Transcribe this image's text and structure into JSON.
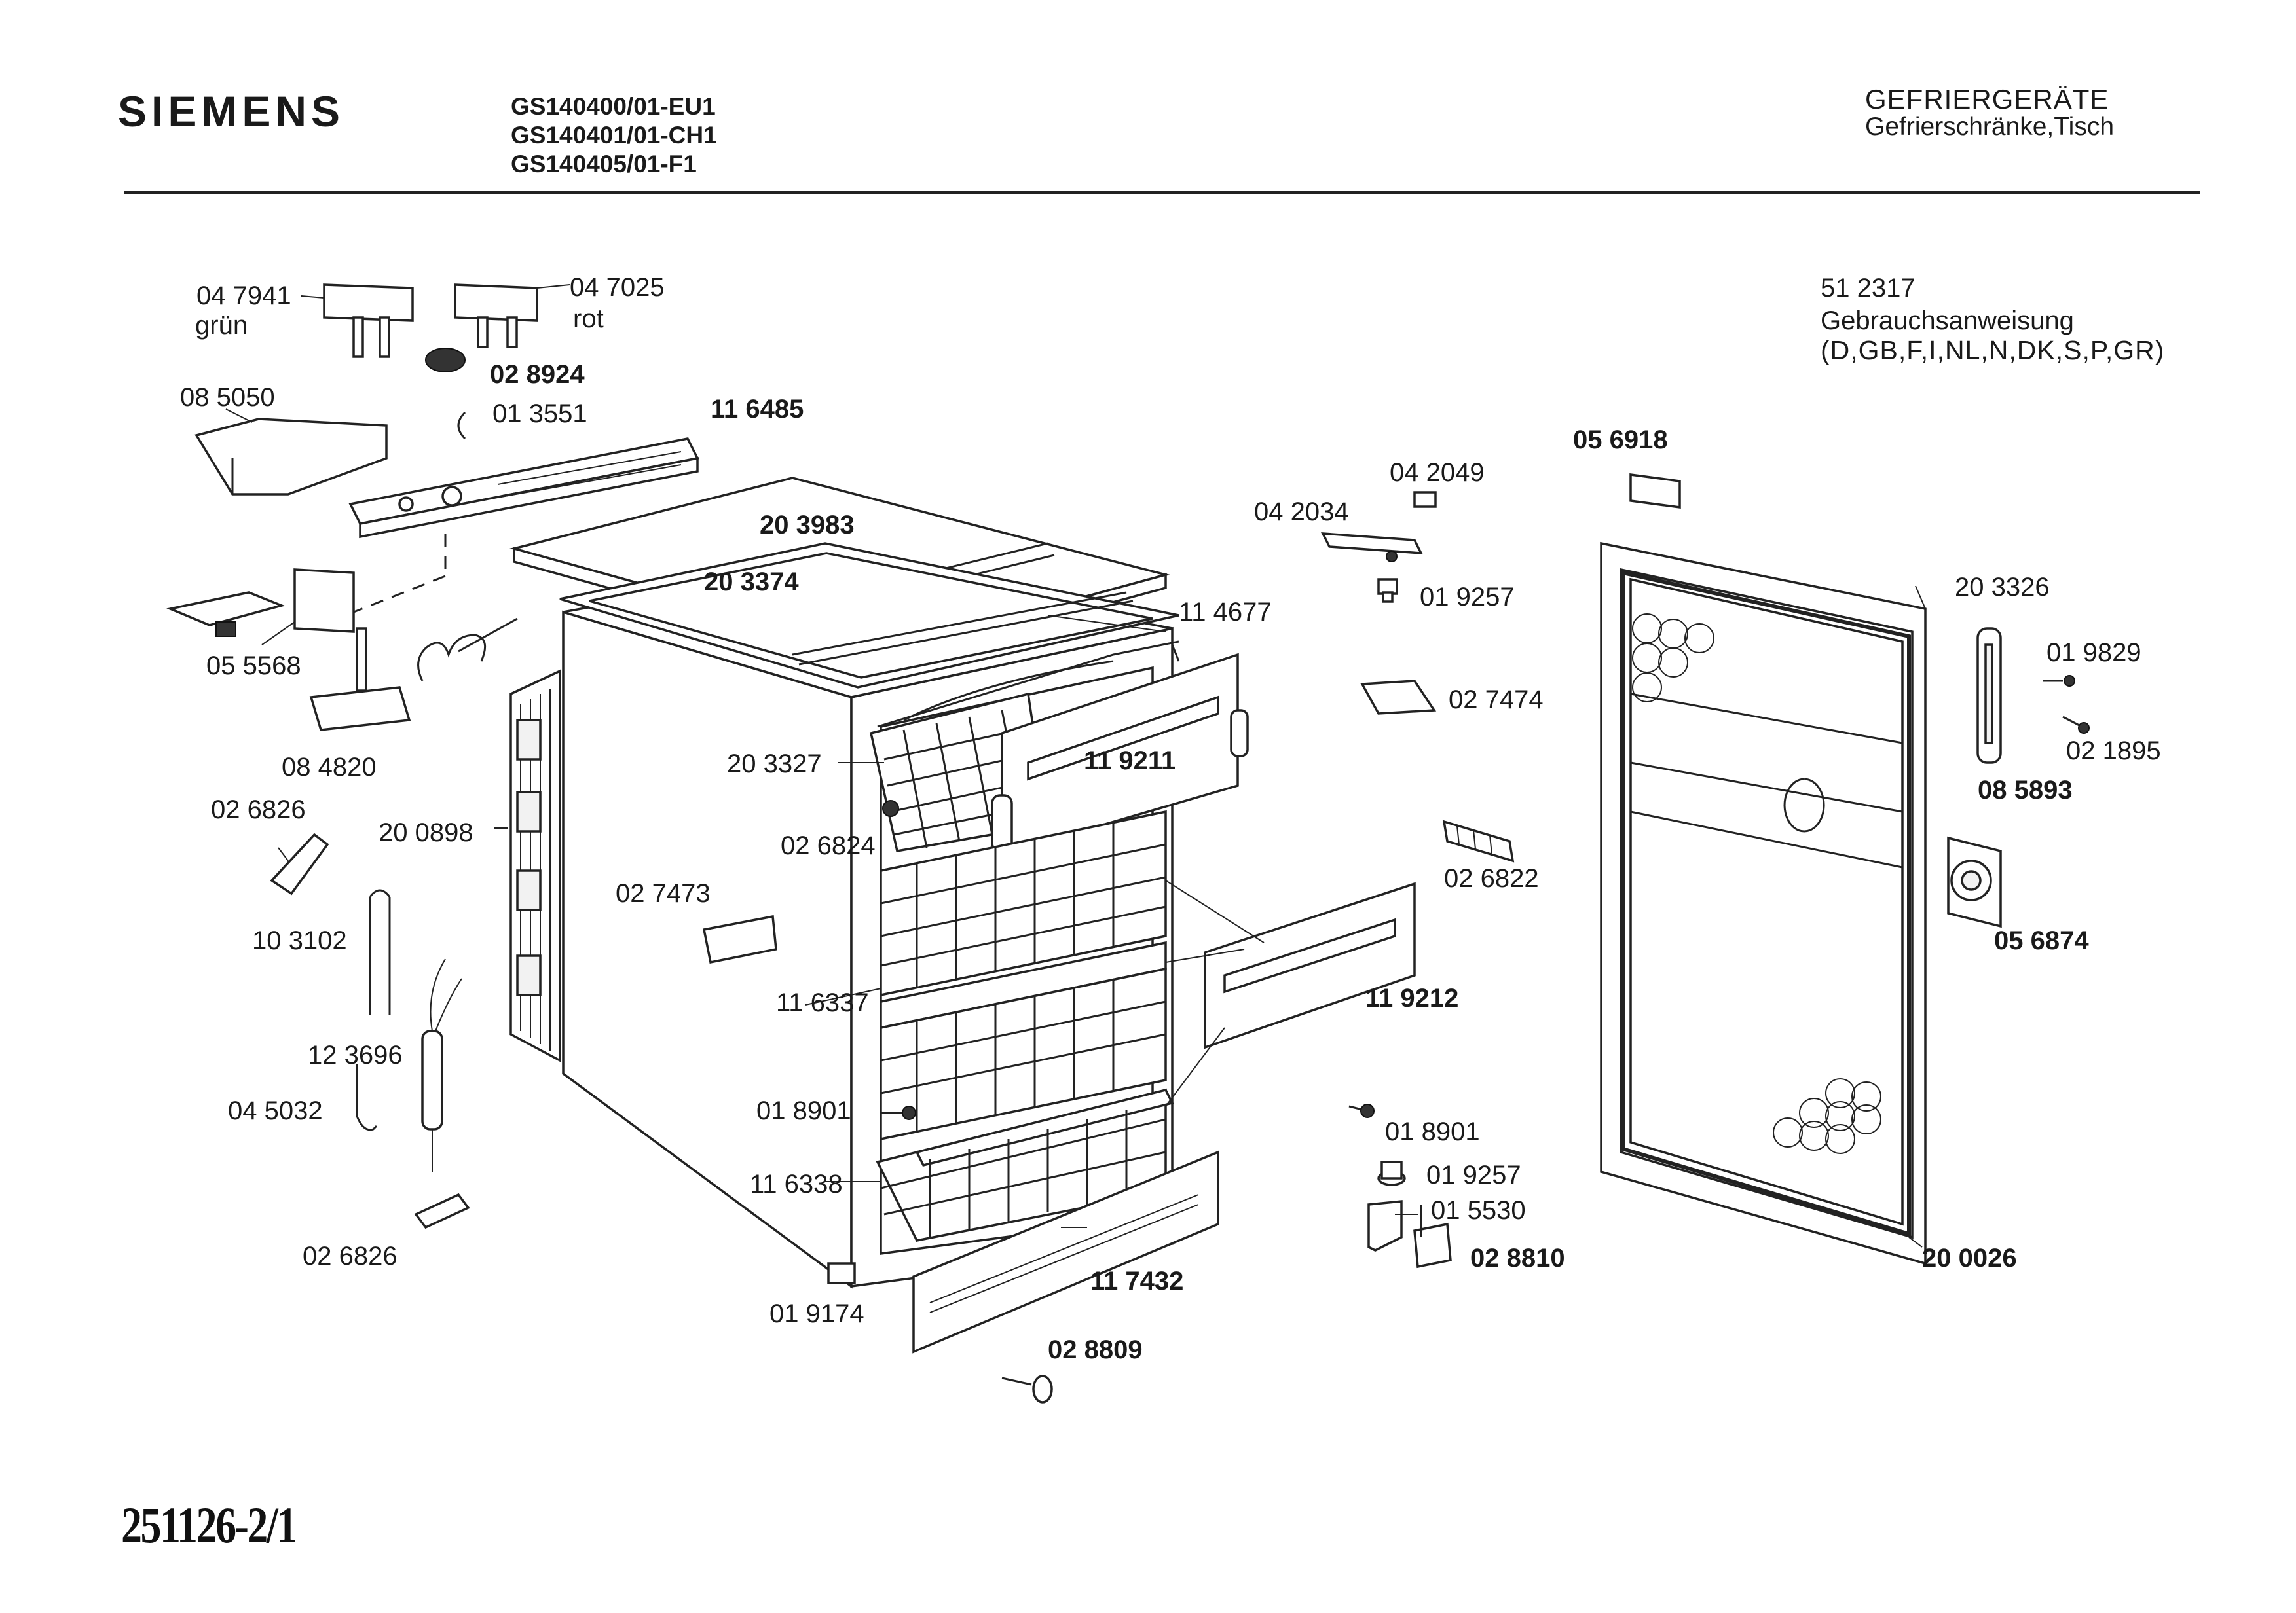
{
  "header": {
    "brand": "SIEMENS",
    "models": [
      "GS140400/01-EU1",
      "GS140401/01-CH1",
      "GS140405/01-F1"
    ],
    "category": "GEFRIERGERÄTE",
    "subcategory": "Gefrierschränke,Tisch",
    "manual_part": "51 2317",
    "manual_title": "Gebrauchsanweisung",
    "manual_langs": "(D,GB,F,I,NL,N,DK,S,P,GR)"
  },
  "footer": {
    "doc_number": "251126-2/1"
  },
  "parts": [
    {
      "id": "p-047941",
      "text": "04 7941",
      "bold": false
    },
    {
      "id": "p-gruen",
      "text": "grün",
      "bold": false
    },
    {
      "id": "p-047025",
      "text": "04 7025",
      "bold": false
    },
    {
      "id": "p-rot",
      "text": "rot",
      "bold": false
    },
    {
      "id": "p-028924",
      "text": "02 8924",
      "bold": true
    },
    {
      "id": "p-085050",
      "text": "08 5050",
      "bold": false
    },
    {
      "id": "p-013551",
      "text": "01 3551",
      "bold": false
    },
    {
      "id": "p-116485",
      "text": "11 6485",
      "bold": true
    },
    {
      "id": "p-203983",
      "text": "20 3983",
      "bold": true
    },
    {
      "id": "p-203374",
      "text": "20 3374",
      "bold": true
    },
    {
      "id": "p-055568",
      "text": "05 5568",
      "bold": false
    },
    {
      "id": "p-084820",
      "text": "08 4820",
      "bold": false
    },
    {
      "id": "p-114677",
      "text": "11 4677",
      "bold": false
    },
    {
      "id": "p-203327",
      "text": "20 3327",
      "bold": false
    },
    {
      "id": "p-119211",
      "text": "11 9211",
      "bold": true
    },
    {
      "id": "p-026826a",
      "text": "02 6826",
      "bold": false
    },
    {
      "id": "p-200898",
      "text": "20 0898",
      "bold": false
    },
    {
      "id": "p-026824",
      "text": "02 6824",
      "bold": false
    },
    {
      "id": "p-027473",
      "text": "02 7473",
      "bold": false
    },
    {
      "id": "p-103102",
      "text": "10 3102",
      "bold": false
    },
    {
      "id": "p-116337",
      "text": "11 6337",
      "bold": false
    },
    {
      "id": "p-123696",
      "text": "12 3696",
      "bold": false
    },
    {
      "id": "p-045032",
      "text": "04 5032",
      "bold": false
    },
    {
      "id": "p-018901a",
      "text": "01 8901",
      "bold": false
    },
    {
      "id": "p-116338",
      "text": "11 6338",
      "bold": false
    },
    {
      "id": "p-026826b",
      "text": "02 6826",
      "bold": false
    },
    {
      "id": "p-019174",
      "text": "01 9174",
      "bold": false
    },
    {
      "id": "p-117432",
      "text": "11 7432",
      "bold": true
    },
    {
      "id": "p-028809",
      "text": "02 8809",
      "bold": true
    },
    {
      "id": "p-056918",
      "text": "05 6918",
      "bold": true
    },
    {
      "id": "p-042049",
      "text": "04 2049",
      "bold": false
    },
    {
      "id": "p-042034",
      "text": "04 2034",
      "bold": false
    },
    {
      "id": "p-019257a",
      "text": "01 9257",
      "bold": false
    },
    {
      "id": "p-027474",
      "text": "02 7474",
      "bold": false
    },
    {
      "id": "p-026822",
      "text": "02 6822",
      "bold": false
    },
    {
      "id": "p-119212",
      "text": "11 9212",
      "bold": true
    },
    {
      "id": "p-018901b",
      "text": "01 8901",
      "bold": false
    },
    {
      "id": "p-019257b",
      "text": "01 9257",
      "bold": false
    },
    {
      "id": "p-015530",
      "text": "01 5530",
      "bold": false
    },
    {
      "id": "p-028810",
      "text": "02 8810",
      "bold": true
    },
    {
      "id": "p-203326",
      "text": "20 3326",
      "bold": false
    },
    {
      "id": "p-019829",
      "text": "01 9829",
      "bold": false
    },
    {
      "id": "p-021895",
      "text": "02 1895",
      "bold": false
    },
    {
      "id": "p-085893",
      "text": "08 5893",
      "bold": true
    },
    {
      "id": "p-056874",
      "text": "05 6874",
      "bold": true
    },
    {
      "id": "p-200026",
      "text": "20 0026",
      "bold": true
    }
  ]
}
